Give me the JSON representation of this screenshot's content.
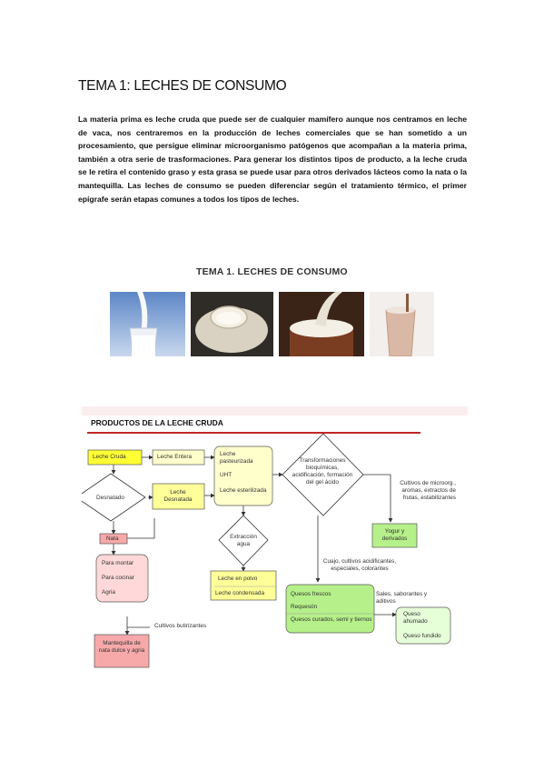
{
  "document": {
    "title": "TEMA 1: LECHES DE CONSUMO",
    "paragraph": "La materia prima es leche cruda que puede ser de cualquier mamífero aunque nos centramos en leche de vaca, nos centraremos en la producción de leches comerciales que se han sometido a un procesamiento, que persigue eliminar microorganismo patógenos que acompañan a la materia prima, también a otra serie de trasformaciones. Para generar los distintos tipos de producto, a la leche cruda se le retira el contenido graso y esta grasa se puede usar para otros derivados lácteos como la nata o la mantequilla. Las leches de consumo se pueden diferenciar según el tratamiento térmico, el primer epígrafe serán etapas comunes a todos los tipos de leches."
  },
  "figure": {
    "title": "TEMA 1. LECHES DE CONSUMO"
  },
  "diagram": {
    "title": "PRODUCTOS DE LA LECHE CRUDA",
    "nodes": {
      "leche_cruda": "Leche Cruda",
      "leche_entera": "Leche Entera",
      "desnatado": "Desnatado",
      "leche_desnatada": "Leche Desnatada",
      "pasteurizada": "Leche pasteurizada",
      "uht": "UHT",
      "esterilizada": "Leche esterilizada",
      "transformaciones": "Transformaciones bioquímicas, acidificación, formación del gel ácido",
      "cultivos": "Cultivos de microorg., aromas, extractos de frutas, estabilizantes",
      "yogur": "Yogur y derivados",
      "nata": "Nata",
      "para_montar": "Para montar",
      "para_cocinar": "Para cocinar",
      "agria": "Agria",
      "extraccion": "Extracción agua",
      "leche_polvo": "Leche en polvo",
      "leche_condensada": "Leche condensada",
      "cuajo": "Cuajo, cultivos acidificantes, especiales, colorantes",
      "quesos_frescos": "Quesos frescos",
      "requeson": "Requesón",
      "quesos_curados": "Quesos curados, semi y tiernos",
      "sales": "Sales, saborantes y aditivos",
      "queso_ahumado": "Queso ahumado",
      "queso_fundido": "Queso fundido",
      "cultivos_butirizantes": "Cultivos butirizantes",
      "mantequilla": "Mantequilla de nata dulce y agria"
    }
  },
  "colors": {
    "yellow": "#ffff33",
    "pale_yellow": "#ffffcc",
    "pink": "#f7a9aa",
    "pale_pink": "#ffd9d9",
    "green": "#b6f08a",
    "pale_green": "#e6ffd9",
    "red_rule": "#c0262a"
  }
}
